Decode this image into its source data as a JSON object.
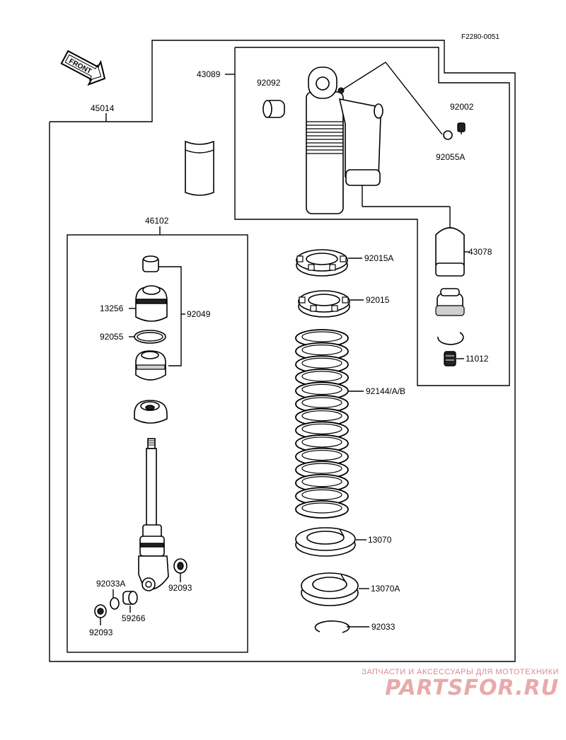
{
  "diagram_code": "F2280-0051",
  "front_label": "FRONT",
  "parts": {
    "p45014": "45014",
    "p43089": "43089",
    "p92092": "92092",
    "p92002": "92002",
    "p92055A": "92055A",
    "p43078": "43078",
    "p11012": "11012",
    "p46102": "46102",
    "p13256": "13256",
    "p92049": "92049",
    "p92055": "92055",
    "p92015A": "92015A",
    "p92015": "92015",
    "p92144": "92144/A/B",
    "p13070": "13070",
    "p13070A": "13070A",
    "p92033": "92033",
    "p92033A": "92033A",
    "p92093a": "92093",
    "p92093b": "92093",
    "p59266": "59266"
  },
  "watermark": {
    "tagline": "ЗАПЧАСТИ И АКСЕССУАРЫ ДЛЯ МОТОТЕХНИКИ",
    "brand": "PARTSFOR.RU"
  }
}
